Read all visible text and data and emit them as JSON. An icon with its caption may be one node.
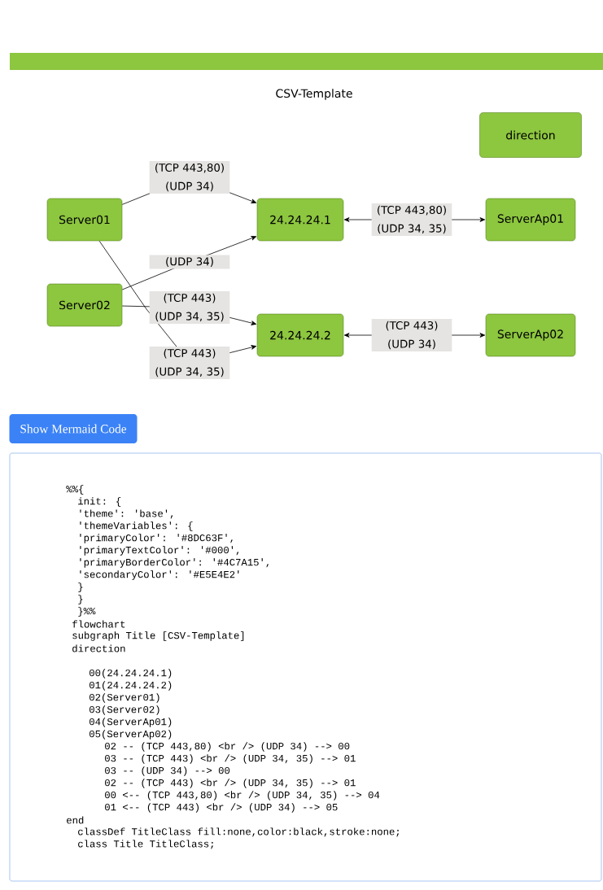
{
  "diagram": {
    "title": "CSV-Template",
    "nodes": [
      {
        "text": [
          "direction"
        ]
      },
      {
        "text": [
          "Server01"
        ]
      },
      {
        "text": [
          "24.24.24.1"
        ]
      },
      {
        "text": [
          "ServerAp01"
        ]
      },
      {
        "text": [
          "Server02"
        ]
      },
      {
        "text": [
          "24.24.24.2"
        ]
      },
      {
        "text": [
          "ServerAp02"
        ]
      },
      {
        "text": [
          "Show Mermaid Code"
        ]
      },
      {
        "text": [
          "%%{",
          "init: {",
          "'theme': 'base',",
          "'themeVariables': {",
          "'primaryColor': '#8DC63F',",
          "'primaryTextColor': '#000',",
          "'primaryBorderColor': '#4C7A15',",
          "'secondaryColor': '#E5E4E2'",
          "}",
          "}",
          "}%%",
          "flowchart",
          "subgraph Title [CSV-Template]",
          "direction",
          "00(24.24.24.1)",
          "01(24.24.24.2)",
          "02(Server01)",
          "03(Server02)",
          "04(ServerAp01)",
          "05(ServerAp02)",
          "02 -- (TCP 443,80) <br /> (UDP 34) --> 00",
          "03 -- (TCP 443) <br /> (UDP 34, 35) --> 01",
          "03 -- (UDP 34) --> 00",
          "02 -- (TCP 443) <br /> (UDP 34, 35) --> 01",
          "00 <-- (TCP 443,80) <br /> (UDP 34, 35) --> 04",
          "01 <-- (TCP 443) <br /> (UDP 34) --> 05",
          "end",
          "classDef TitleClass fill:none,color:black,stroke:none;",
          "class Title TitleClass;"
        ]
      }
    ],
    "edges": [
      {
        "from": 1,
        "to": 2,
        "arrow": "to",
        "label": "(TCP 443,80) (UDP 34)"
      },
      {
        "from": 4,
        "to": 5,
        "arrow": "to",
        "label": "(TCP 443) (UDP 34, 35)"
      },
      {
        "from": 4,
        "to": 2,
        "arrow": "to",
        "label": "(UDP 34)"
      },
      {
        "from": 1,
        "to": 5,
        "arrow": "to",
        "label": "(TCP 443) (UDP 34, 35)"
      },
      {
        "from": 2,
        "to": 3,
        "arrow": "both",
        "label": "(TCP 443,80) (UDP 34, 35)"
      },
      {
        "from": 5,
        "to": 6,
        "arrow": "both",
        "label": "(TCP 443) (UDP 34)"
      }
    ]
  }
}
